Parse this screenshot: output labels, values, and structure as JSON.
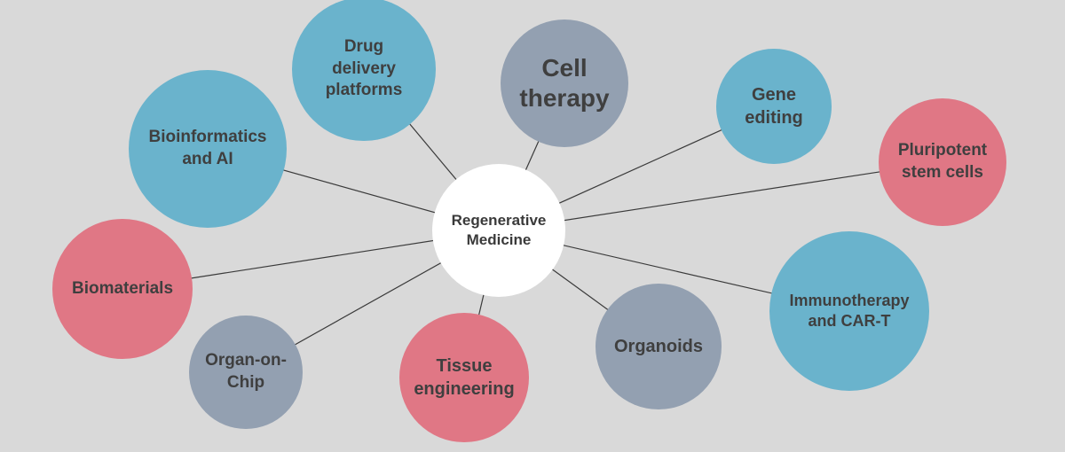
{
  "colors": {
    "background": "#d9d9d9",
    "hub": "#ffffff",
    "blue": "#6ab3cc",
    "pink": "#e07785",
    "gray": "#93a0b1",
    "line": "#3a3a3a"
  },
  "hub": {
    "label": "Regenerative\nMedicine"
  },
  "nodes": [
    {
      "id": "bioinformatics",
      "label": "Bioinformatics\nand AI",
      "color": "blue"
    },
    {
      "id": "drug-delivery",
      "label": "Drug\ndelivery\nplatforms",
      "color": "blue"
    },
    {
      "id": "cell-therapy",
      "label": "Cell\ntherapy",
      "color": "gray"
    },
    {
      "id": "gene-editing",
      "label": "Gene\nediting",
      "color": "blue"
    },
    {
      "id": "pluripotent",
      "label": "Pluripotent\nstem cells",
      "color": "pink"
    },
    {
      "id": "immunotherapy",
      "label": "Immunotherapy\nand CAR-T",
      "color": "blue"
    },
    {
      "id": "organoids",
      "label": "Organoids",
      "color": "gray"
    },
    {
      "id": "tissue-engineering",
      "label": "Tissue\nengineering",
      "color": "pink"
    },
    {
      "id": "organ-on-chip",
      "label": "Organ-on-\nChip",
      "color": "gray"
    },
    {
      "id": "biomaterials",
      "label": "Biomaterials",
      "color": "pink"
    }
  ]
}
